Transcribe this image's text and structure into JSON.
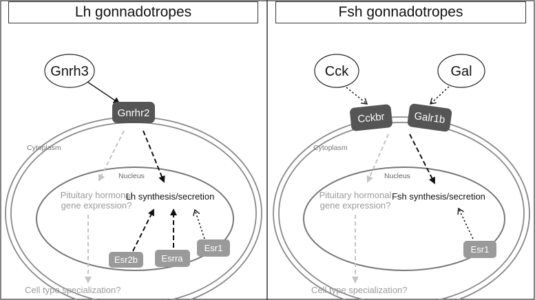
{
  "panels": {
    "left": {
      "title": "Lh gonnadotropes",
      "ligand": "Gnrh3",
      "receptor": "Gnrhr2",
      "cytoplasm": "Cytoplasm",
      "nucleus": "Nucleus",
      "pituitary_line1": "Pituitary hormonal",
      "pituitary_line2": "gene expression?",
      "synthesis": "Lh synthesis/secretion",
      "factors": [
        "Esr2b",
        "Esrra",
        "Esr1"
      ],
      "specialization": "Cell type specialization?"
    },
    "right": {
      "title": "Fsh gonnadotropes",
      "ligand1": "Cck",
      "ligand2": "Gal",
      "receptor1": "Cckbr",
      "receptor2": "Galr1b",
      "cytoplasm": "Cytoplasm",
      "nucleus": "Nucleus",
      "pituitary_line1": "Pituitary hormonal",
      "pituitary_line2": "gene expression?",
      "synthesis": "Fsh synthesis/secretion",
      "factor": "Esr1",
      "specialization": "Cell type specialization?"
    }
  },
  "colors": {
    "receptor_dark": "#555555",
    "factor_grey": "#9a9a9a",
    "faded_text": "#9a9a9a",
    "faded_arrow": "#c4c4c4",
    "line": "#555555"
  }
}
